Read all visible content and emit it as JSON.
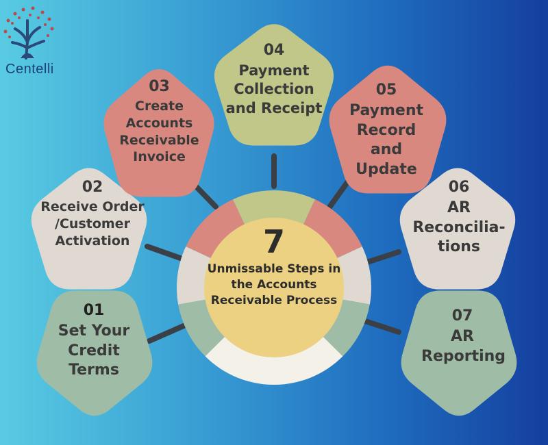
{
  "brand": {
    "name": "Centelli"
  },
  "center": {
    "number": "7",
    "title": "Unmissable Steps in the Accounts Receivable Process"
  },
  "steps": [
    {
      "number": "01",
      "label": "Set Your Credit Terms",
      "color": "#9fbca6"
    },
    {
      "number": "02",
      "label": "Receive Order /Customer Activation",
      "color": "#e0d9d2"
    },
    {
      "number": "03",
      "label": "Create Accounts Receivable Invoice",
      "color": "#d98880"
    },
    {
      "number": "04",
      "label": "Payment Collection and Receipt",
      "color": "#c1c788"
    },
    {
      "number": "05",
      "label": "Payment Record and Update",
      "color": "#d98880"
    },
    {
      "number": "06",
      "label": "AR Reconcilia-tions",
      "color": "#e0d9d2"
    },
    {
      "number": "07",
      "label": "AR Reporting",
      "color": "#9fbca6"
    }
  ],
  "colors": {
    "hub_fill": "#ebd181",
    "connector": "#3b3f46",
    "ring_bottom": "#f4f1e8",
    "text": "#3a3a3a"
  },
  "icons": [
    "tree-logo-icon"
  ]
}
